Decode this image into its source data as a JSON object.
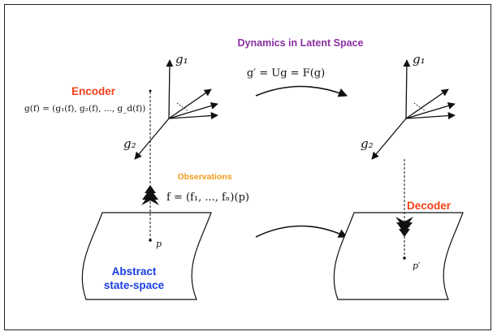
{
  "title": "Dynamics in Latent Space",
  "dynamics_equation": "g′ = Ug = F(g)",
  "encoder": {
    "label": "Encoder",
    "formula": "g(f) = (g₁(f), g₂(f), ..., g_d(f))"
  },
  "decoder": {
    "label": "Decoder"
  },
  "observations": {
    "label": "Observations",
    "formula": "f = (f₁, ..., fₙ)(p)"
  },
  "state_space": {
    "label_line1": "Abstract",
    "label_line2": "state-space"
  },
  "axes": {
    "g1": "g₁",
    "g2": "g₂"
  },
  "points": {
    "p": "p",
    "p_prime": "p′"
  },
  "colors": {
    "title": "#8B2FA0",
    "encoder": "#F2401A",
    "decoder": "#F2401A",
    "observations": "#F29A1A",
    "state_space": "#1A3FE0",
    "ink": "#111111"
  }
}
